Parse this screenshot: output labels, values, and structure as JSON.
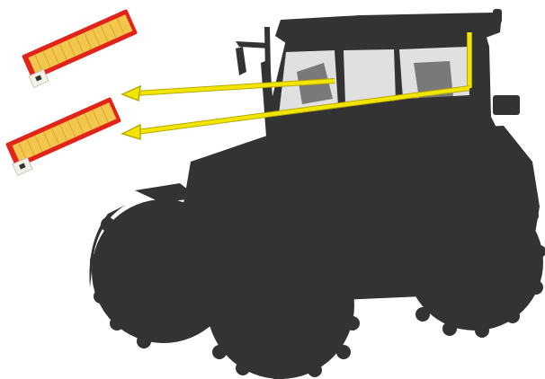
{
  "diagram": {
    "subject": "tractor-cabin-air-filters",
    "filter_count": 2,
    "arrow_count": 2,
    "colors": {
      "background": "#ffffff",
      "tractor_silhouette": "#333333",
      "arrow_line": "#f2e600",
      "arrow_outline": "#b8a800",
      "filter_frame": "#e2231a",
      "filter_media": "#f3c64e",
      "filter_media_dark": "#d9a72e",
      "filter_end_cap": "#f4f1e6"
    }
  }
}
